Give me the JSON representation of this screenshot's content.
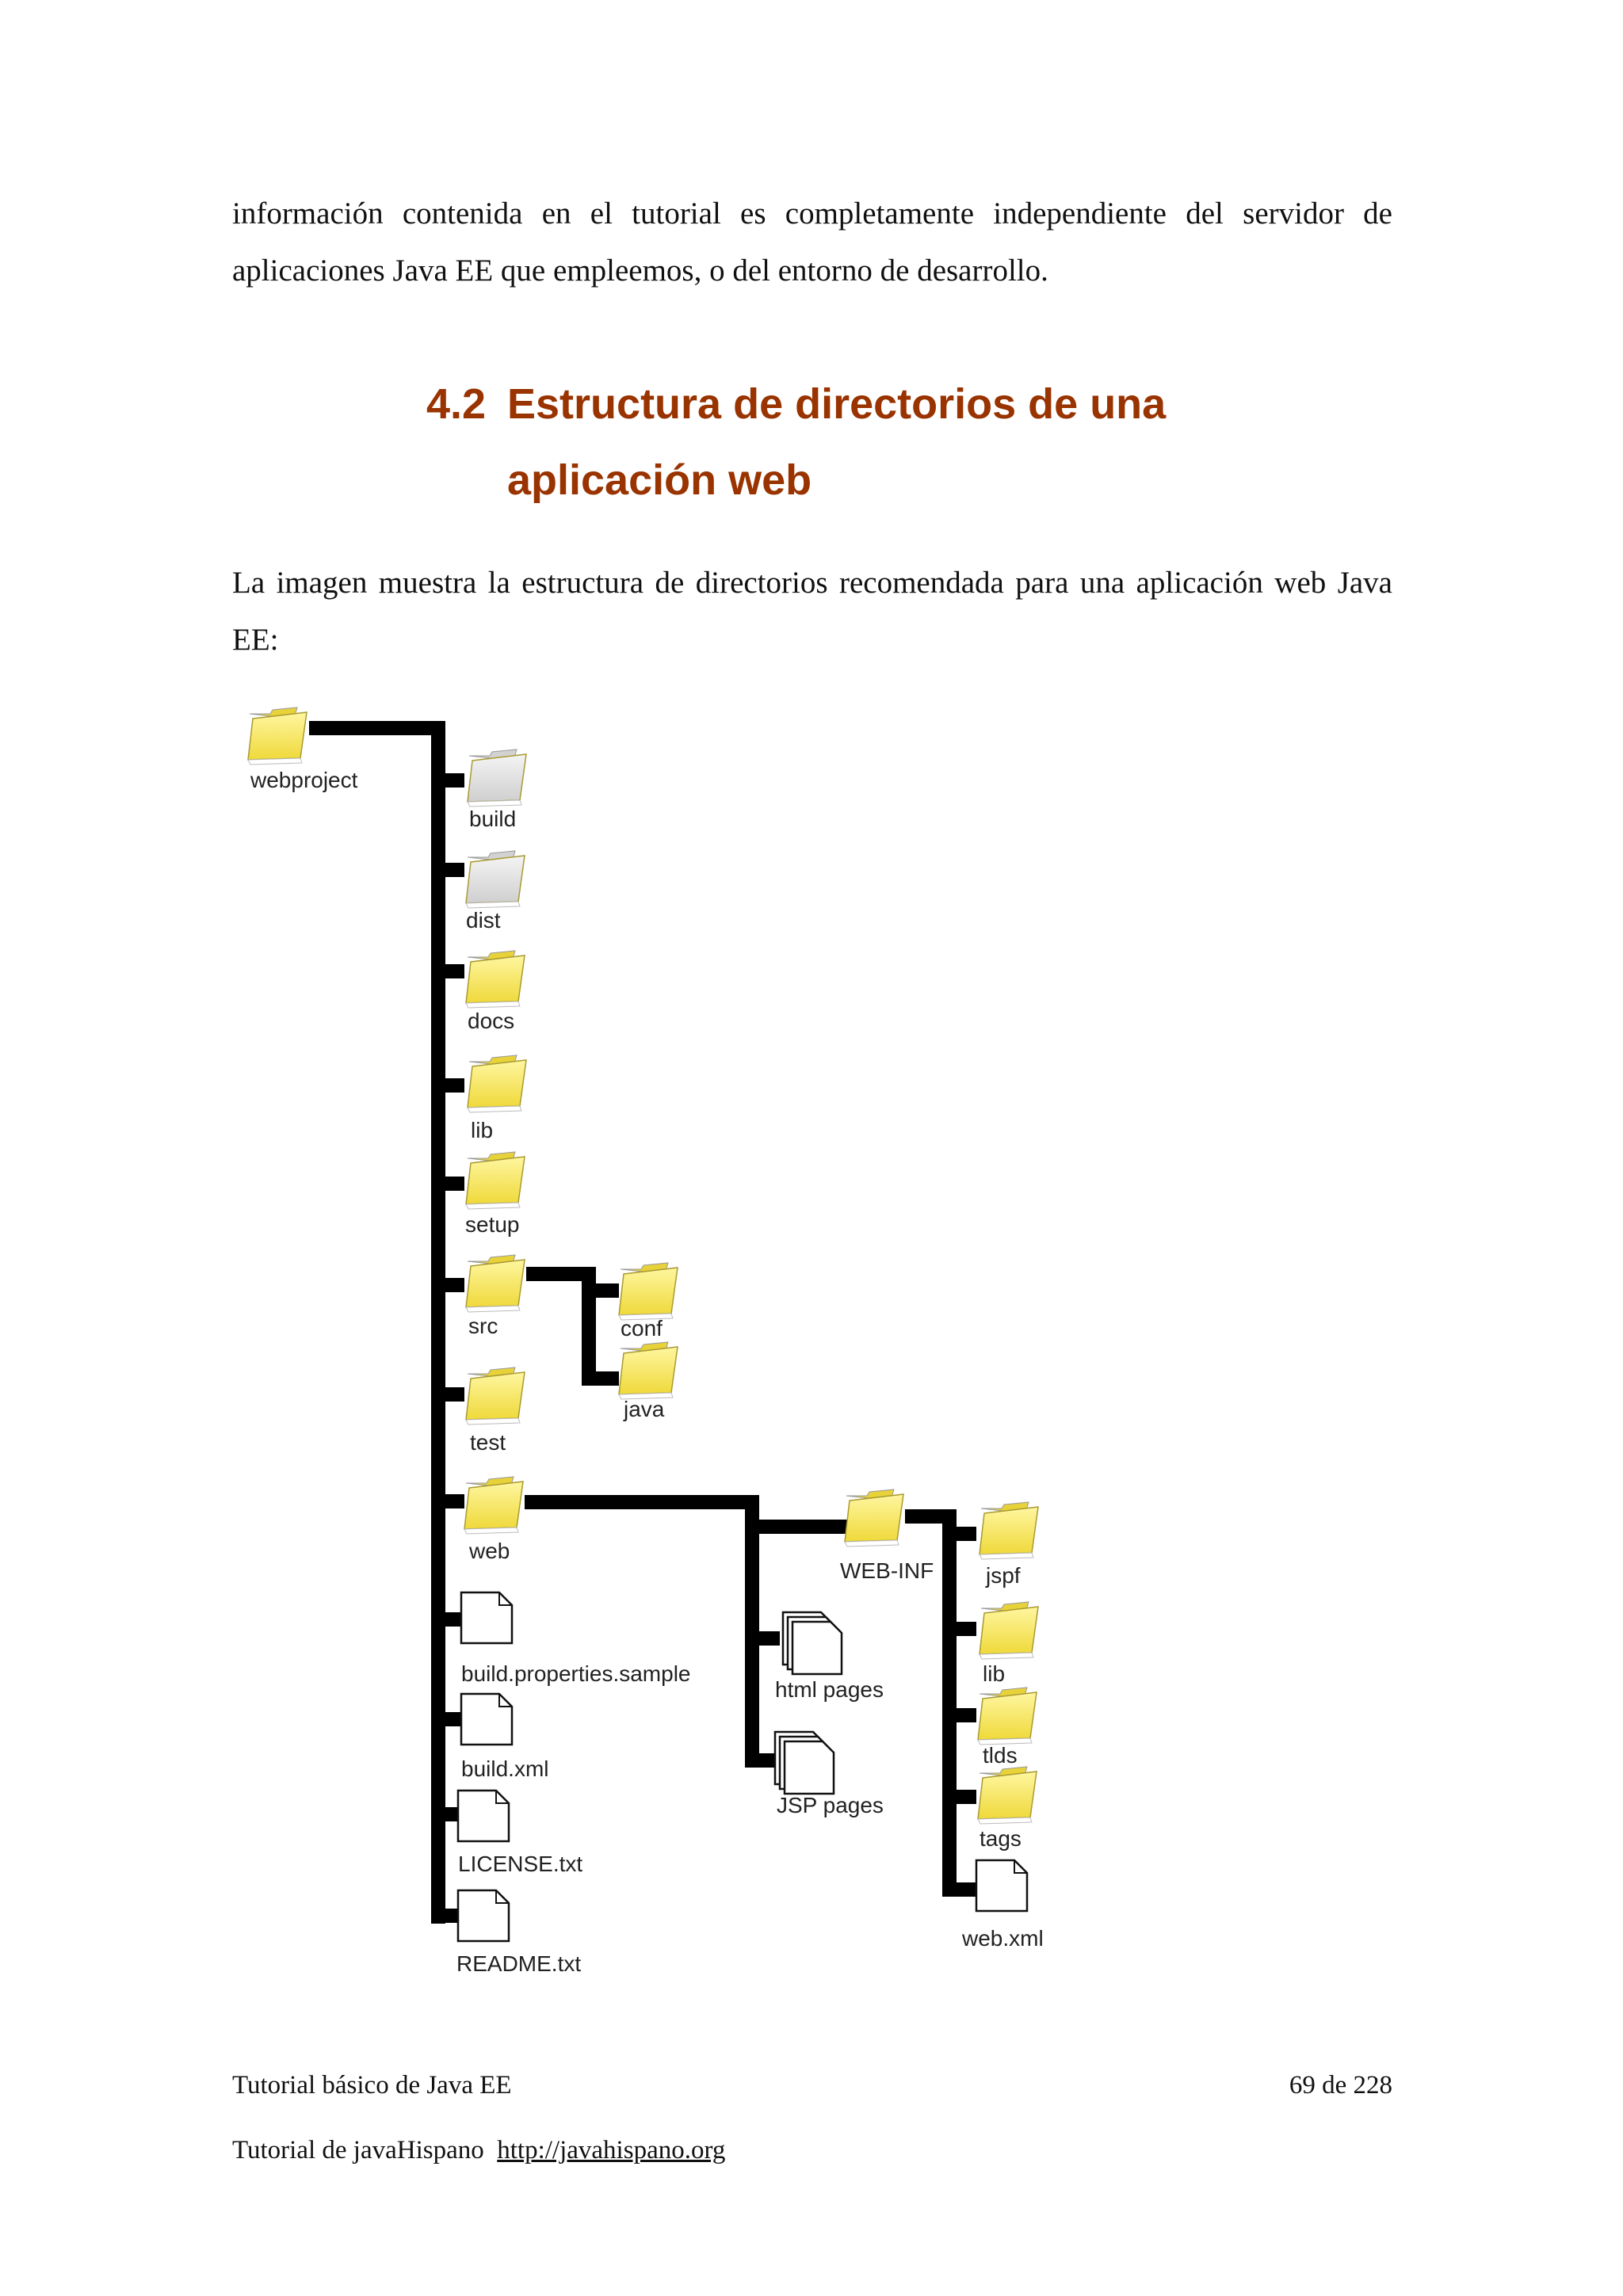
{
  "paragraphs": {
    "intro": "información contenida en el tutorial es completamente independiente del servidor de aplicaciones Java EE que empleemos, o del entorno de desarrollo.",
    "image_intro": "La imagen muestra la estructura de directorios recomendada para una aplicación web Java  EE:"
  },
  "heading": {
    "number": "4.2",
    "title": "Estructura de directorios de una aplicación web"
  },
  "tree": {
    "root": "webproject",
    "root_children": [
      "build",
      "dist",
      "docs",
      "lib",
      "setup",
      "src",
      "test",
      "web",
      "build.properties.sample",
      "build.xml",
      "LICENSE.txt",
      "README.txt"
    ],
    "src_children": [
      "conf",
      "java"
    ],
    "web_children": [
      "WEB-INF",
      "html pages",
      "JSP pages"
    ],
    "webinf_children": [
      "jspf",
      "lib",
      "tlds",
      "tags",
      "web.xml"
    ],
    "colors": {
      "folder": "#f7ea6a",
      "folder_empty": "#e4e4e4",
      "line": "#000000"
    }
  },
  "footer": {
    "title": "Tutorial básico de Java EE",
    "page_current": "69",
    "page_sep": " de ",
    "page_total": "228",
    "site_label": "Tutorial de javaHispano",
    "site_url": "http://javahispano.org"
  }
}
